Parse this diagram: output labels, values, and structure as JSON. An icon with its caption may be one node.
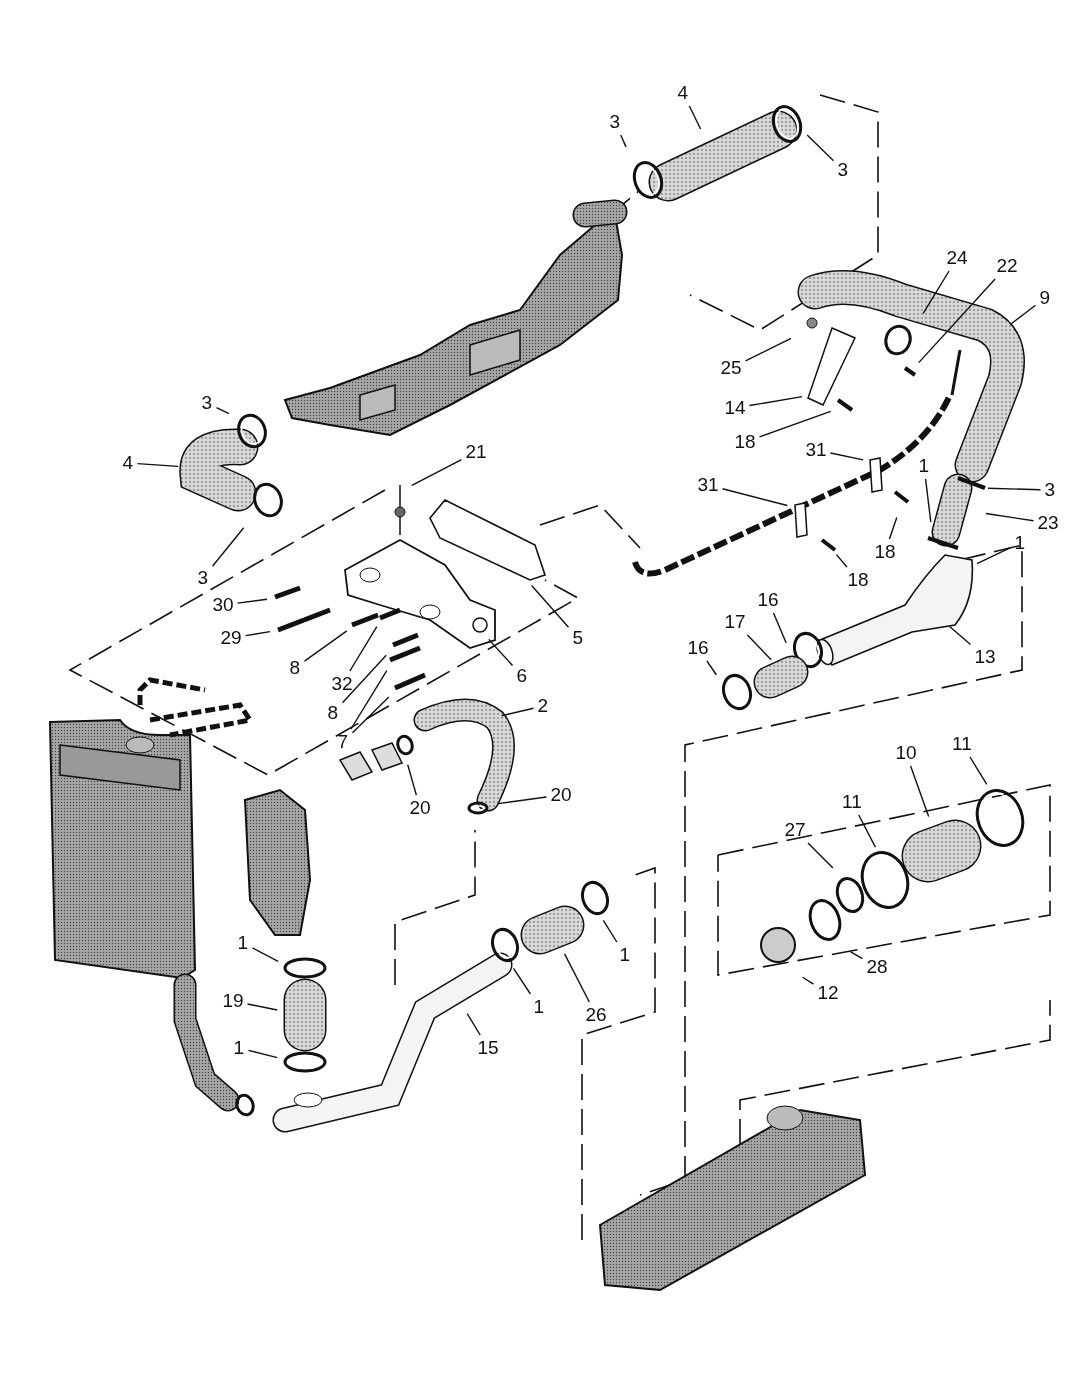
{
  "diagram": {
    "nodes": [
      {
        "text": [
          "4"
        ]
      },
      {
        "text": [
          "3"
        ]
      },
      {
        "text": [
          "3"
        ]
      },
      {
        "text": [
          "24"
        ]
      },
      {
        "text": [
          "22"
        ]
      },
      {
        "text": [
          "9"
        ]
      },
      {
        "text": [
          "25"
        ]
      },
      {
        "text": [
          "14"
        ]
      },
      {
        "text": [
          "18"
        ]
      },
      {
        "text": [
          "3"
        ]
      },
      {
        "text": [
          "4"
        ]
      },
      {
        "text": [
          "21"
        ]
      },
      {
        "text": [
          "31"
        ]
      },
      {
        "text": [
          "31"
        ]
      },
      {
        "text": [
          "3"
        ]
      },
      {
        "text": [
          "1"
        ]
      },
      {
        "text": [
          "23"
        ]
      },
      {
        "text": [
          "18"
        ]
      },
      {
        "text": [
          "18"
        ]
      },
      {
        "text": [
          "3"
        ]
      },
      {
        "text": [
          "30"
        ]
      },
      {
        "text": [
          "29"
        ]
      },
      {
        "text": [
          "5"
        ]
      },
      {
        "text": [
          "8"
        ]
      },
      {
        "text": [
          "32"
        ]
      },
      {
        "text": [
          "16"
        ]
      },
      {
        "text": [
          "17"
        ]
      },
      {
        "text": [
          "16"
        ]
      },
      {
        "text": [
          "13"
        ]
      },
      {
        "text": [
          "8"
        ]
      },
      {
        "text": [
          "6"
        ]
      },
      {
        "text": [
          "7"
        ]
      },
      {
        "text": [
          "2"
        ]
      },
      {
        "text": [
          "11"
        ]
      },
      {
        "text": [
          "10"
        ]
      },
      {
        "text": [
          "11"
        ]
      },
      {
        "text": [
          "20"
        ]
      },
      {
        "text": [
          "20"
        ]
      },
      {
        "text": [
          "27"
        ]
      },
      {
        "text": [
          "1"
        ]
      },
      {
        "text": [
          "19"
        ]
      },
      {
        "text": [
          "1"
        ]
      },
      {
        "text": [
          "26"
        ]
      },
      {
        "text": [
          "28"
        ]
      },
      {
        "text": [
          "12"
        ]
      },
      {
        "text": [
          "1"
        ]
      },
      {
        "text": [
          "1"
        ]
      },
      {
        "text": [
          "15"
        ]
      },
      {
        "text": [
          "1"
        ]
      }
    ],
    "edges": [
      {
        "from": 0,
        "to": null,
        "arrow": "none"
      },
      {
        "from": 1,
        "to": null,
        "arrow": "none"
      },
      {
        "from": 2,
        "to": null,
        "arrow": "none"
      },
      {
        "from": 3,
        "to": null,
        "arrow": "none"
      },
      {
        "from": 4,
        "to": null,
        "arrow": "none"
      },
      {
        "from": 5,
        "to": null,
        "arrow": "none"
      },
      {
        "from": 6,
        "to": null,
        "arrow": "none"
      },
      {
        "from": 7,
        "to": null,
        "arrow": "none"
      },
      {
        "from": 8,
        "to": null,
        "arrow": "none"
      },
      {
        "from": 9,
        "to": null,
        "arrow": "none"
      },
      {
        "from": 10,
        "to": null,
        "arrow": "none"
      },
      {
        "from": 11,
        "to": null,
        "arrow": "none"
      },
      {
        "from": 12,
        "to": null,
        "arrow": "none"
      },
      {
        "from": 13,
        "to": null,
        "arrow": "none"
      },
      {
        "from": 14,
        "to": null,
        "arrow": "none"
      },
      {
        "from": 15,
        "to": null,
        "arrow": "none"
      },
      {
        "from": 16,
        "to": null,
        "arrow": "none"
      },
      {
        "from": 17,
        "to": null,
        "arrow": "none"
      },
      {
        "from": 18,
        "to": null,
        "arrow": "none"
      },
      {
        "from": 19,
        "to": null,
        "arrow": "none"
      },
      {
        "from": 20,
        "to": null,
        "arrow": "none"
      },
      {
        "from": 21,
        "to": null,
        "arrow": "none"
      },
      {
        "from": 22,
        "to": null,
        "arrow": "none"
      },
      {
        "from": 23,
        "to": null,
        "arrow": "none"
      },
      {
        "from": 24,
        "to": null,
        "arrow": "none"
      },
      {
        "from": 25,
        "to": null,
        "arrow": "none"
      },
      {
        "from": 26,
        "to": null,
        "arrow": "none"
      },
      {
        "from": 27,
        "to": null,
        "arrow": "none"
      },
      {
        "from": 28,
        "to": null,
        "arrow": "none"
      },
      {
        "from": 29,
        "to": null,
        "arrow": "none"
      },
      {
        "from": 30,
        "to": null,
        "arrow": "none"
      },
      {
        "from": 31,
        "to": null,
        "arrow": "none"
      },
      {
        "from": 31,
        "to": null,
        "arrow": "none"
      },
      {
        "from": 32,
        "to": null,
        "arrow": "none"
      },
      {
        "from": 33,
        "to": null,
        "arrow": "none"
      },
      {
        "from": 34,
        "to": null,
        "arrow": "none"
      },
      {
        "from": 35,
        "to": null,
        "arrow": "none"
      },
      {
        "from": 36,
        "to": null,
        "arrow": "none"
      },
      {
        "from": 37,
        "to": null,
        "arrow": "none"
      },
      {
        "from": 38,
        "to": null,
        "arrow": "none"
      },
      {
        "from": 39,
        "to": null,
        "arrow": "none"
      },
      {
        "from": 40,
        "to": null,
        "arrow": "none"
      },
      {
        "from": 41,
        "to": null,
        "arrow": "none"
      },
      {
        "from": 42,
        "to": null,
        "arrow": "none"
      },
      {
        "from": 43,
        "to": null,
        "arrow": "none"
      },
      {
        "from": 44,
        "to": null,
        "arrow": "none"
      },
      {
        "from": 45,
        "to": null,
        "arrow": "none"
      },
      {
        "from": 46,
        "to": null,
        "arrow": "none"
      },
      {
        "from": 47,
        "to": null,
        "arrow": "none"
      },
      {
        "from": 48,
        "to": null,
        "arrow": "none"
      }
    ]
  }
}
